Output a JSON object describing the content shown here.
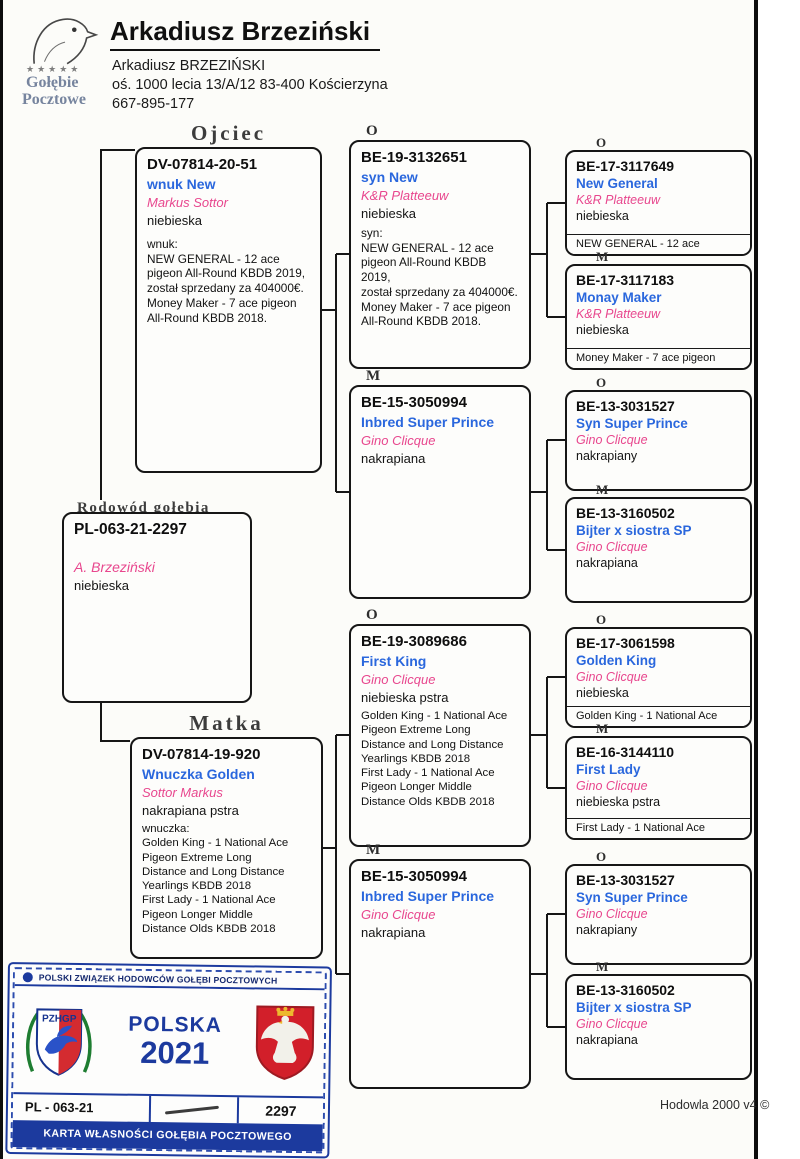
{
  "header": {
    "title": "Arkadiusz Brzeziński",
    "name": "Arkadiusz BRZEZIŃSKI",
    "address": "oś. 1000 lecia 13/A/12 83-400 Kościerzyna",
    "phone": "667-895-177",
    "logo": {
      "stars": "★★★★★",
      "line1": "Gołębie",
      "line2": "Pocztowe"
    }
  },
  "labels": {
    "pedigree": "Rodowód gołębia",
    "father": "Ojciec",
    "mother": "Matka"
  },
  "subject": {
    "ring": "PL-063-21-2297",
    "breeder": "A. Brzeziński",
    "color": "niebieska"
  },
  "father": {
    "ring": "DV-07814-20-51",
    "name": "wnuk New",
    "breeder": "Markus Sottor",
    "color": "niebieska",
    "description": "wnuk:\nNEW GENERAL - 12 ace\npigeon All-Round KBDB 2019,\nzostał sprzedany za 404000€.\nMoney Maker - 7 ace pigeon\nAll-Round KBDB 2018."
  },
  "mother": {
    "ring": "DV-07814-19-920",
    "name": "Wnuczka Golden",
    "breeder": "Sottor Markus",
    "color": "nakrapiana pstra",
    "description": "wnuczka:\nGolden King - 1 National Ace\nPigeon Extreme Long\nDistance and Long Distance\nYearlings KBDB 2018\nFirst Lady - 1 National Ace\nPigeon Longer Middle\nDistance Olds KBDB 2018"
  },
  "gen3": {
    "ff": {
      "tag": "O",
      "ring": "BE-19-3132651",
      "name": "syn New",
      "breeder": "K&R Platteeuw",
      "color": "niebieska",
      "description": "syn:\nNEW GENERAL - 12 ace\npigeon All-Round KBDB 2019,\nzostał sprzedany za 404000€.\nMoney Maker - 7 ace pigeon\nAll-Round KBDB 2018."
    },
    "fm": {
      "tag": "M",
      "ring": "BE-15-3050994",
      "name": "Inbred Super Prince",
      "breeder": "Gino Clicque",
      "color": "nakrapiana"
    },
    "mf": {
      "tag": "O",
      "ring": "BE-19-3089686",
      "name": "First King",
      "breeder": "Gino Clicque",
      "color": "niebieska pstra",
      "description": "Golden King - 1 National Ace\nPigeon Extreme Long\nDistance and Long Distance\nYearlings KBDB 2018\nFirst Lady - 1 National Ace\nPigeon Longer Middle\nDistance Olds KBDB 2018"
    },
    "mm": {
      "tag": "M",
      "ring": "BE-15-3050994",
      "name": "Inbred Super Prince",
      "breeder": "Gino Clicque",
      "color": "nakrapiana"
    }
  },
  "gen4": {
    "fff": {
      "tag": "O",
      "ring": "BE-17-3117649",
      "name": "New General",
      "breeder": "K&R Platteeuw",
      "color": "niebieska",
      "note": "NEW GENERAL - 12 ace"
    },
    "ffm": {
      "tag": "M",
      "ring": "BE-17-3117183",
      "name": "Monay Maker",
      "breeder": "K&R Platteeuw",
      "color": "niebieska",
      "note": "Money Maker - 7 ace pigeon"
    },
    "fmf": {
      "tag": "O",
      "ring": "BE-13-3031527",
      "name": "Syn Super Prince",
      "breeder": "Gino Clicque",
      "color": "nakrapiany"
    },
    "fmm": {
      "tag": "M",
      "ring": "BE-13-3160502",
      "name": "Bijter x siostra SP",
      "breeder": "Gino Clicque",
      "color": "nakrapiana"
    },
    "mff": {
      "tag": "O",
      "ring": "BE-17-3061598",
      "name": "Golden King",
      "breeder": "Gino Clicque",
      "color": "niebieska",
      "note": "Golden King - 1 National Ace"
    },
    "mfm": {
      "tag": "M",
      "ring": "BE-16-3144110",
      "name": "First Lady",
      "breeder": "Gino Clicque",
      "color": "niebieska pstra",
      "note": "First Lady - 1 National Ace"
    },
    "mmf": {
      "tag": "O",
      "ring": "BE-13-3031527",
      "name": "Syn Super Prince",
      "breeder": "Gino Clicque",
      "color": "nakrapiany"
    },
    "mmm": {
      "tag": "M",
      "ring": "BE-13-3160502",
      "name": "Bijter x siostra SP",
      "breeder": "Gino Clicque",
      "color": "nakrapiana"
    }
  },
  "stamp": {
    "federation": "POLSKI ZWIĄZEK HODOWCÓW GOŁĘBI POCZTOWYCH",
    "org": "PZHGP",
    "country": "POLSKA",
    "year": "2021",
    "district": "PL - 063-21",
    "serial": "2297",
    "card_title": "KARTA WŁASNOŚCI GOŁĘBIA POCZTOWEGO"
  },
  "footer": "Hodowla 2000 v4 ©",
  "colors": {
    "name_blue": "#2a67dd",
    "breeder_pink": "#e8478e",
    "stamp_navy": "#1c3a9e"
  }
}
